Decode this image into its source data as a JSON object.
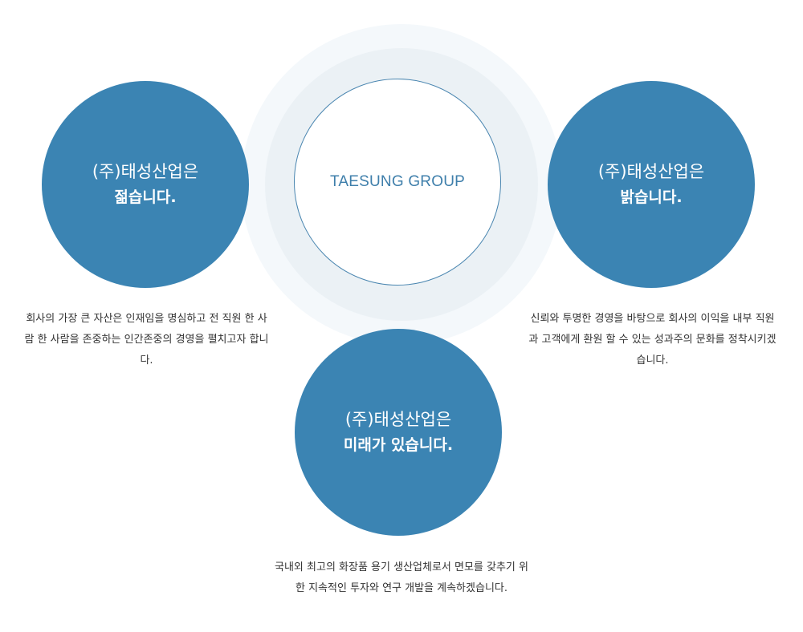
{
  "center": {
    "title": "TAESUNG GROUP"
  },
  "cards": {
    "young": {
      "subtitle": "(주)태성산업은",
      "headline": "젊습니다.",
      "description": "회사의 가장 큰 자산은 인재임을 명심하고 전 직원 한 사람 한 사람을 존중하는 인간존중의 경영을 펼치고자 합니다."
    },
    "bright": {
      "subtitle": "(주)태성산업은",
      "headline": "밝습니다.",
      "description": "신뢰와 투명한 경영을 바탕으로 회사의 이익을 내부 직원과 고객에게 환원 할 수 있는 성과주의 문화를 정착시키겠습니다."
    },
    "future": {
      "subtitle": "(주)태성산업은",
      "headline": "미래가 있습니다.",
      "description": "국내외 최고의 화장품 용기 생산업체로서 면모를 갖추기 위한 지속적인 투자와 연구 개발을 계속하겠습니다."
    }
  },
  "colors": {
    "circle_fill": "#3b84b3",
    "center_text": "#3f7fab",
    "halo_outer": "#f4f8fb",
    "halo_inner": "#ebf1f5",
    "description_text": "#333333"
  }
}
